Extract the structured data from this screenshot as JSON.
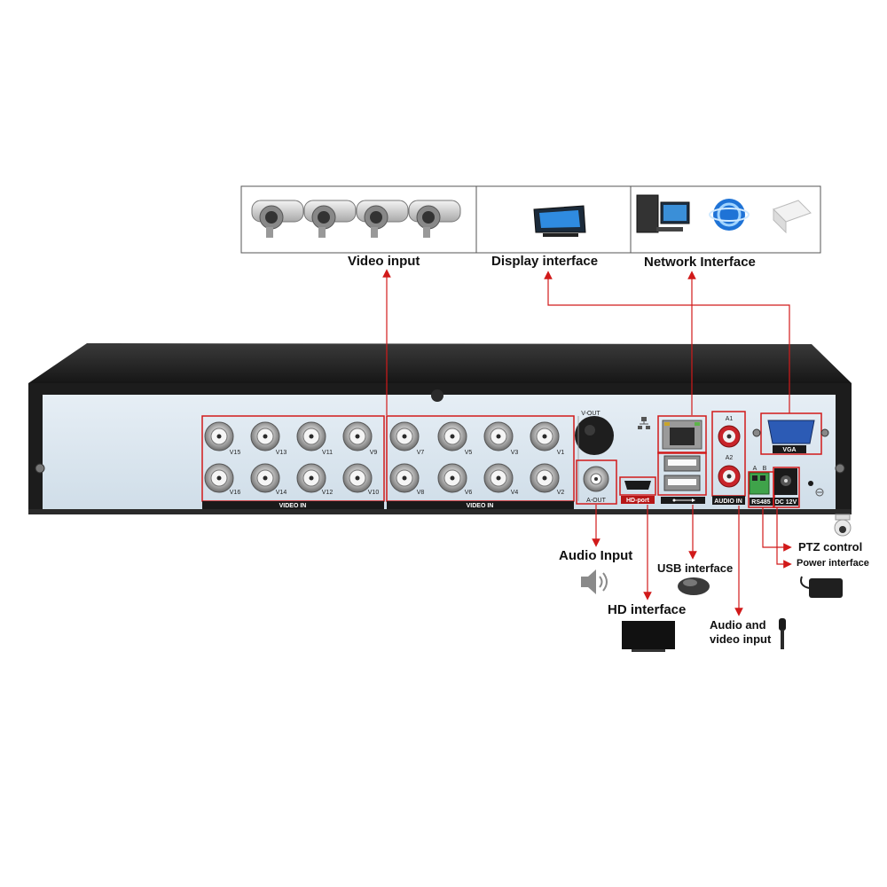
{
  "top_panel": {
    "video_input": "Video input",
    "display_interface": "Display interface",
    "network_interface": "Network Interface"
  },
  "callouts": {
    "audio_input": "Audio Input",
    "usb_interface": "USB interface",
    "hd_interface": "HD interface",
    "audio_video_input_line1": "Audio and",
    "audio_video_input_line2": "video input",
    "ptz_control": "PTZ control",
    "power_interface": "Power interface"
  },
  "panel_text": {
    "video_in_left": "VIDEO IN",
    "video_in_right": "VIDEO IN",
    "v_out": "V-OUT",
    "a_out": "A-OUT",
    "hd_port": "HD-port",
    "audio_in": "AUDIO IN",
    "vga": "VGA",
    "a1": "A1",
    "a2": "A2",
    "rs485": "RS485",
    "dc12v": "DC 12V",
    "a": "A",
    "b": "B",
    "bnc_top": [
      "V15",
      "V13",
      "V11",
      "V9",
      "V7",
      "V5",
      "V3",
      "V1"
    ],
    "bnc_bottom": [
      "V16",
      "V14",
      "V12",
      "V10",
      "V8",
      "V6",
      "V4",
      "V2"
    ]
  },
  "colors": {
    "accent_red": "#d11a1a",
    "chassis_dark": "#1c1c1c",
    "panel_light": "#dbe6ef"
  }
}
